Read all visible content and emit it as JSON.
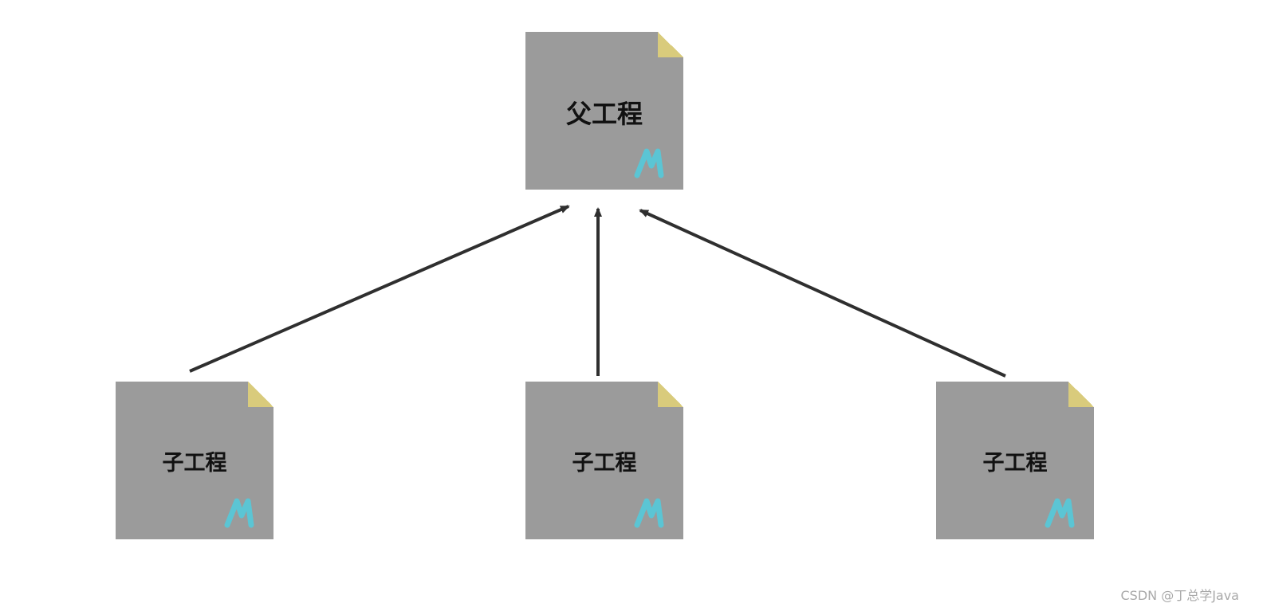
{
  "diagram": {
    "parent": {
      "label": "父工程",
      "icon": "maven-m-icon"
    },
    "children": [
      {
        "label": "子工程",
        "icon": "maven-m-icon"
      },
      {
        "label": "子工程",
        "icon": "maven-m-icon"
      },
      {
        "label": "子工程",
        "icon": "maven-m-icon"
      }
    ],
    "colors": {
      "node_fill": "#9b9b9b",
      "corner_fold": "#d9cb7c",
      "m_icon": "#5bc5d4",
      "arrow": "#2f2f2f"
    }
  },
  "watermark": "CSDN @丁总学Java"
}
